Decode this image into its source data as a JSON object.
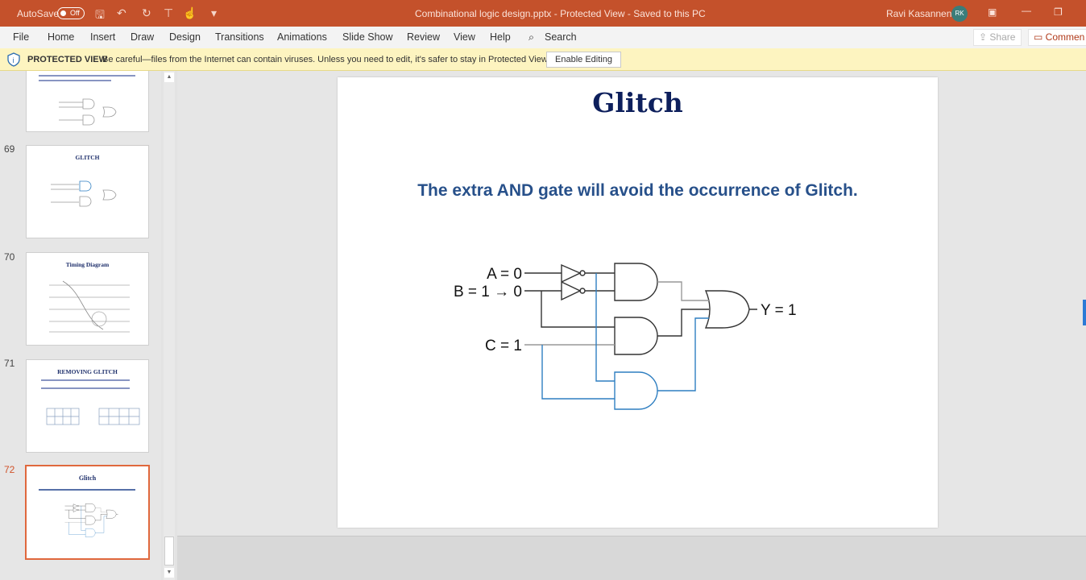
{
  "titlebar": {
    "autosave": "AutoSave",
    "autosave_state": "Off",
    "doc_title": "Combinational  logic design.pptx  -  Protected View  -  Saved to this PC",
    "user": "Ravi Kasanneni",
    "avatar": "RK"
  },
  "ribbon": {
    "tabs": [
      "File",
      "Home",
      "Insert",
      "Draw",
      "Design",
      "Transitions",
      "Animations",
      "Slide Show",
      "Review",
      "View",
      "Help"
    ],
    "search": "Search",
    "share": "Share",
    "comments": "Commen"
  },
  "protected": {
    "label": "PROTECTED VIEW",
    "message": "Be careful—files from the Internet can contain viruses. Unless you need to edit, it's safer to stay in Protected View.",
    "button": "Enable Editing"
  },
  "thumbnails": [
    {
      "num": "69",
      "title": "GLITCH"
    },
    {
      "num": "70",
      "title": "Timing Diagram"
    },
    {
      "num": "71",
      "title": "REMOVING GLITCH"
    },
    {
      "num": "72",
      "title": "Glitch"
    }
  ],
  "slide": {
    "title": "Glitch",
    "subtitle": "The extra AND gate will avoid the occurrence of Glitch.",
    "circuit": {
      "a": "A = 0",
      "b": "B = 1 → 0",
      "c": "C = 1",
      "y": "Y = 1"
    }
  },
  "colors": {
    "accent": "#c4512b",
    "wire_blue": "#2f7fc1",
    "title": "#0d1f5c"
  }
}
